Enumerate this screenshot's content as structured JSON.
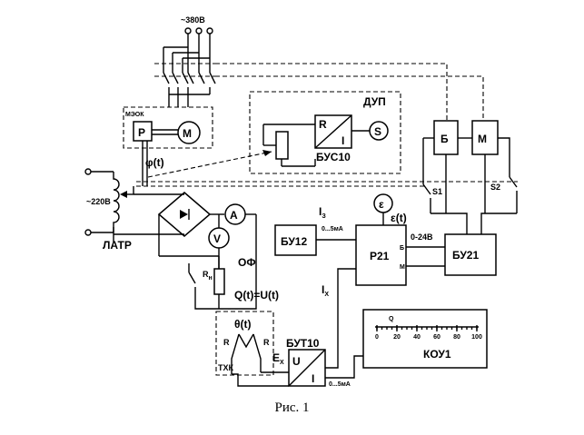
{
  "supply": {
    "three_phase": "~380В",
    "single_phase": "~220В"
  },
  "mechanism": {
    "frame_label": "МЭОК",
    "brake": "Р",
    "motor": "М",
    "angle": "φ(t)"
  },
  "dup": {
    "title": "ДУП",
    "converter_label": "БУС10",
    "r": "R",
    "i": "I",
    "s": "S"
  },
  "latr": "ЛАТР",
  "meters": {
    "ammeter": "A",
    "voltmeter": "V"
  },
  "object": {
    "label": "ОФ",
    "rn": "R",
    "rn_sub": "н",
    "signal": "Q(t)=U(t)"
  },
  "sensor": {
    "theta": "θ(t)",
    "r_left": "R",
    "r_right": "R",
    "tc": "ТХК",
    "ex": "E",
    "ex_sub": "X"
  },
  "but10": {
    "label": "БУТ10",
    "u": "U",
    "i": "I",
    "range": "0...5мА"
  },
  "but12": {
    "label": "БУ12",
    "iz": "I",
    "iz_sub": "З",
    "range": "0...5мА"
  },
  "r21": {
    "label": "Р21",
    "eps": "ε",
    "eps_t": "ε(t)",
    "ix": "I",
    "ix_sub": "Х",
    "b": "Б",
    "m": "М",
    "out_range": "0-24В"
  },
  "bu21": {
    "label": "БУ21"
  },
  "contactors": {
    "b": "Б",
    "m": "М"
  },
  "switches": {
    "s1": "S1",
    "s2": "S2"
  },
  "kou1": {
    "label": "КОУ1",
    "q": "Q",
    "ticks": [
      "0",
      "20",
      "40",
      "60",
      "80",
      "100"
    ]
  },
  "caption": "Рис. 1"
}
